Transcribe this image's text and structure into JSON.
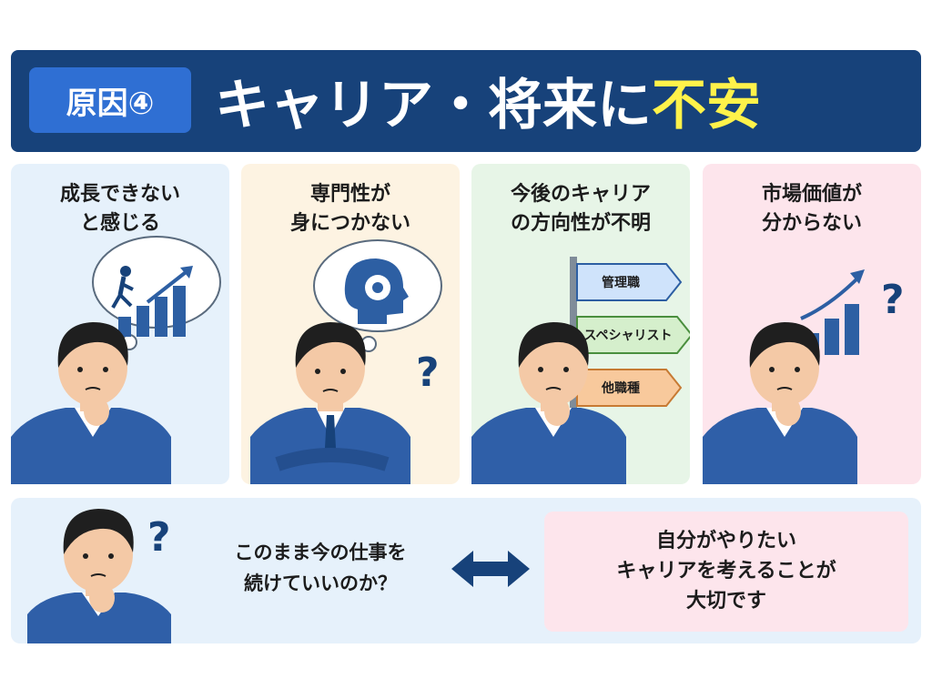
{
  "header": {
    "badge": "原因④",
    "title_main": "キャリア・将来に",
    "title_highlight": "不安"
  },
  "colors": {
    "header_bg": "#17427a",
    "badge_bg": "#2f6fd3",
    "highlight": "#fff24a",
    "card1_bg": "#e6f1fb",
    "card2_bg": "#fdf3e2",
    "card3_bg": "#e7f5e7",
    "card4_bg": "#fde5ec",
    "shirt": "#2f5fa8"
  },
  "cards": [
    {
      "lines": [
        "成長できない",
        "と感じる"
      ]
    },
    {
      "lines": [
        "専門性が",
        "身につかない"
      ]
    },
    {
      "lines": [
        "今後のキャリア",
        "の方向性が不明"
      ],
      "signs": [
        "管理職",
        "スペシャリスト",
        "他職種"
      ]
    },
    {
      "lines": [
        "市場価値が",
        "分からない"
      ]
    }
  ],
  "bottom": {
    "question_lines": [
      "このまま今の仕事を",
      "続けていいのか？"
    ],
    "answer_lines": [
      "自分がやりたい",
      "キャリアを考えることが",
      "大切です"
    ]
  }
}
